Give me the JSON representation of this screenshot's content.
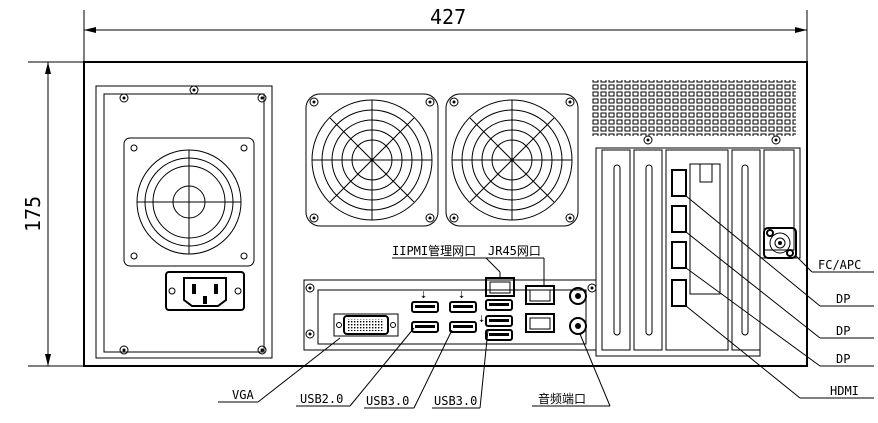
{
  "dimensions": {
    "width": "427",
    "height": "175"
  },
  "labels": {
    "ipmi": "IIPMI管理网口",
    "rj45": "JR45网口",
    "fc_apc": "FC/APC",
    "dp1": "DP",
    "dp2": "DP",
    "dp3": "DP",
    "hdmi": "HDMI",
    "vga": "VGA",
    "usb20": "USB2.0",
    "usb30a": "USB3.0",
    "usb30b": "USB3.0",
    "audio": "音频端口"
  }
}
